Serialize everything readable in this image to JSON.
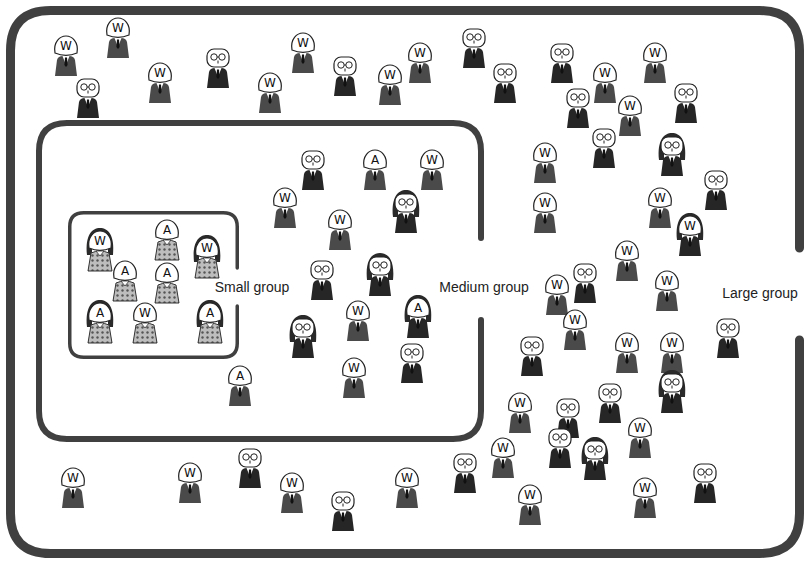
{
  "diagram": {
    "nodes": [
      {
        "text": [
          "Large group"
        ]
      },
      {
        "text": [
          "Medium group"
        ],
        "in": 0
      },
      {
        "text": [
          "Small group"
        ],
        "in": 1
      }
    ],
    "labels": [
      "W",
      "W",
      "W",
      "W",
      "W",
      "W",
      "W",
      "W",
      "W",
      "W",
      "W",
      "W",
      "W",
      "W",
      "W",
      "W",
      "W",
      "W",
      "W",
      "W",
      "W",
      "W",
      "W",
      "W",
      "W",
      "W",
      "W",
      "W",
      "W",
      "A",
      "W",
      "W",
      "W",
      "A",
      "W",
      "W",
      "A",
      "A",
      "W",
      "W",
      "A",
      "A",
      "A",
      "W",
      "A"
    ]
  }
}
